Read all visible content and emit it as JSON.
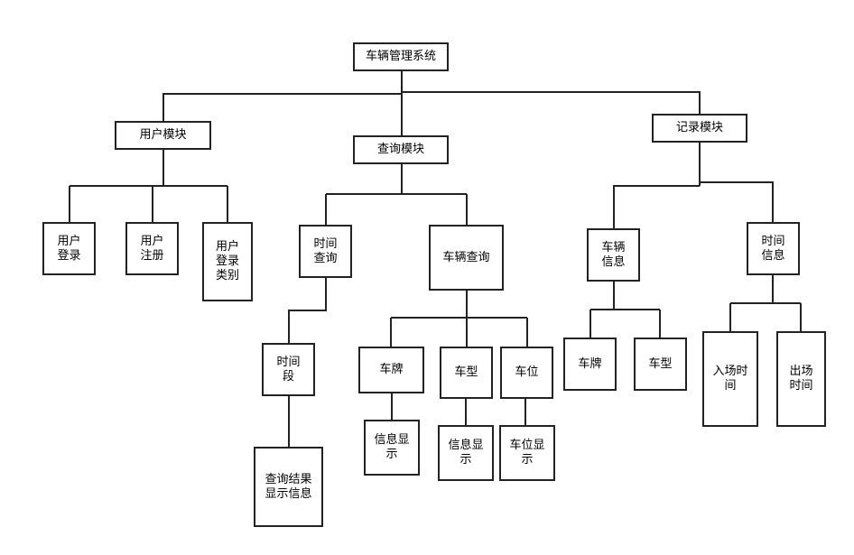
{
  "diagram": {
    "nodes": {
      "root": {
        "label": "车辆管理系统"
      },
      "user": {
        "label": "用户模块"
      },
      "query": {
        "label": "查询模块"
      },
      "record": {
        "label": "记录模块"
      },
      "user_login": {
        "label": "用户\n登录"
      },
      "user_reg": {
        "label": "用户\n注册"
      },
      "user_type": {
        "label": "用户\n登录\n类别"
      },
      "time_query": {
        "label": "时间\n查询"
      },
      "time_seg": {
        "label": "时间\n段"
      },
      "result_info": {
        "label": "查询结果\n显示信息"
      },
      "car_query": {
        "label": "车辆查询"
      },
      "plate": {
        "label": "车牌"
      },
      "model": {
        "label": "车型"
      },
      "spot": {
        "label": "车位"
      },
      "info1": {
        "label": "信息显\n示"
      },
      "info2": {
        "label": "信息显\n示"
      },
      "spot_info": {
        "label": "车位显\n示"
      },
      "car_info": {
        "label": "车辆\n信息"
      },
      "time_info": {
        "label": "时间\n信息"
      },
      "rec_plate": {
        "label": "车牌"
      },
      "rec_model": {
        "label": "车型"
      },
      "entry_time": {
        "label": "入场时\n间"
      },
      "exit_time": {
        "label": "出场\n时间"
      }
    },
    "colors": {
      "line": "#222222",
      "fill": "#ffffff",
      "text": "#000000"
    }
  }
}
